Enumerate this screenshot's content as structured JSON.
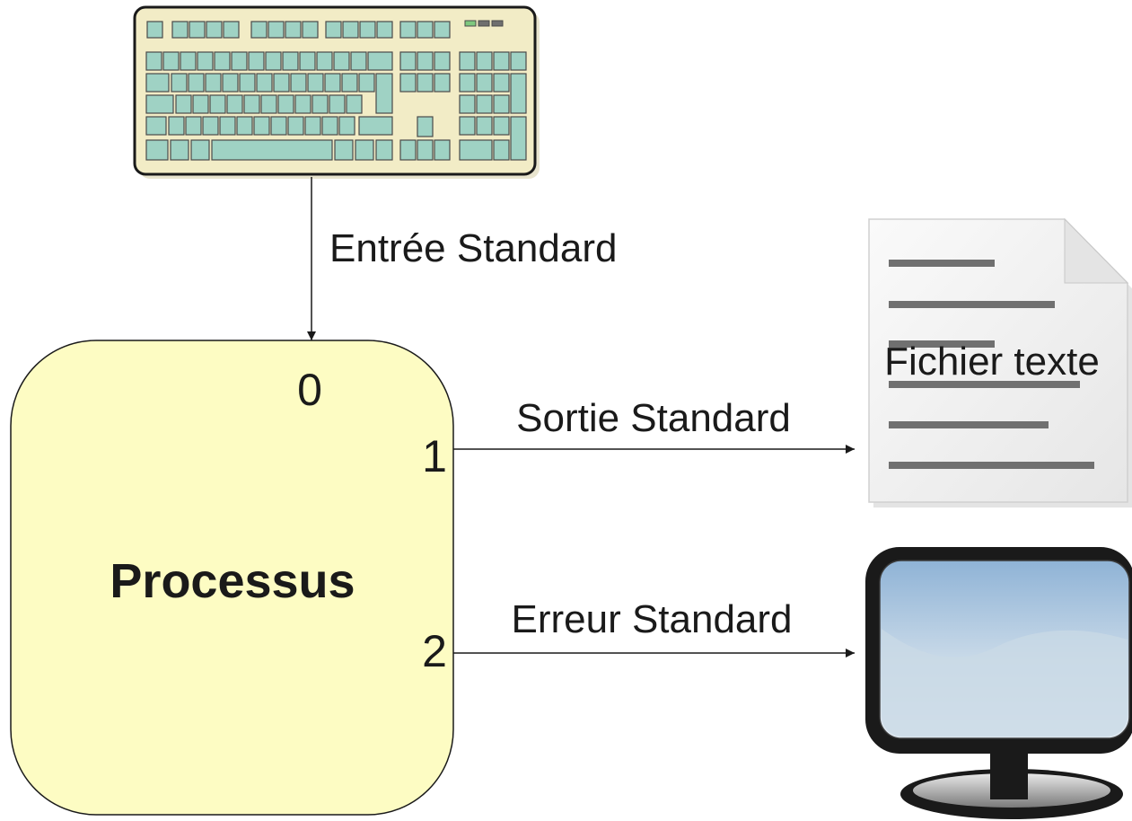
{
  "diagram": {
    "process": {
      "title": "Processus",
      "fd_stdin": "0",
      "fd_stdout": "1",
      "fd_stderr": "2"
    },
    "edges": {
      "stdin": "Entrée Standard",
      "stdout": "Sortie Standard",
      "stderr": "Erreur Standard"
    },
    "nodes": {
      "text_file": "Fichier texte"
    },
    "icons": {
      "input": "keyboard-icon",
      "output": "text-file-icon",
      "error": "monitor-icon"
    },
    "colors": {
      "process_fill": "#fdfcc3",
      "key_fill": "#9fd2c4",
      "keyboard_body": "#f2ecc6",
      "monitor_screen": "#b3cfe6",
      "stroke": "#1a1a1a"
    }
  }
}
